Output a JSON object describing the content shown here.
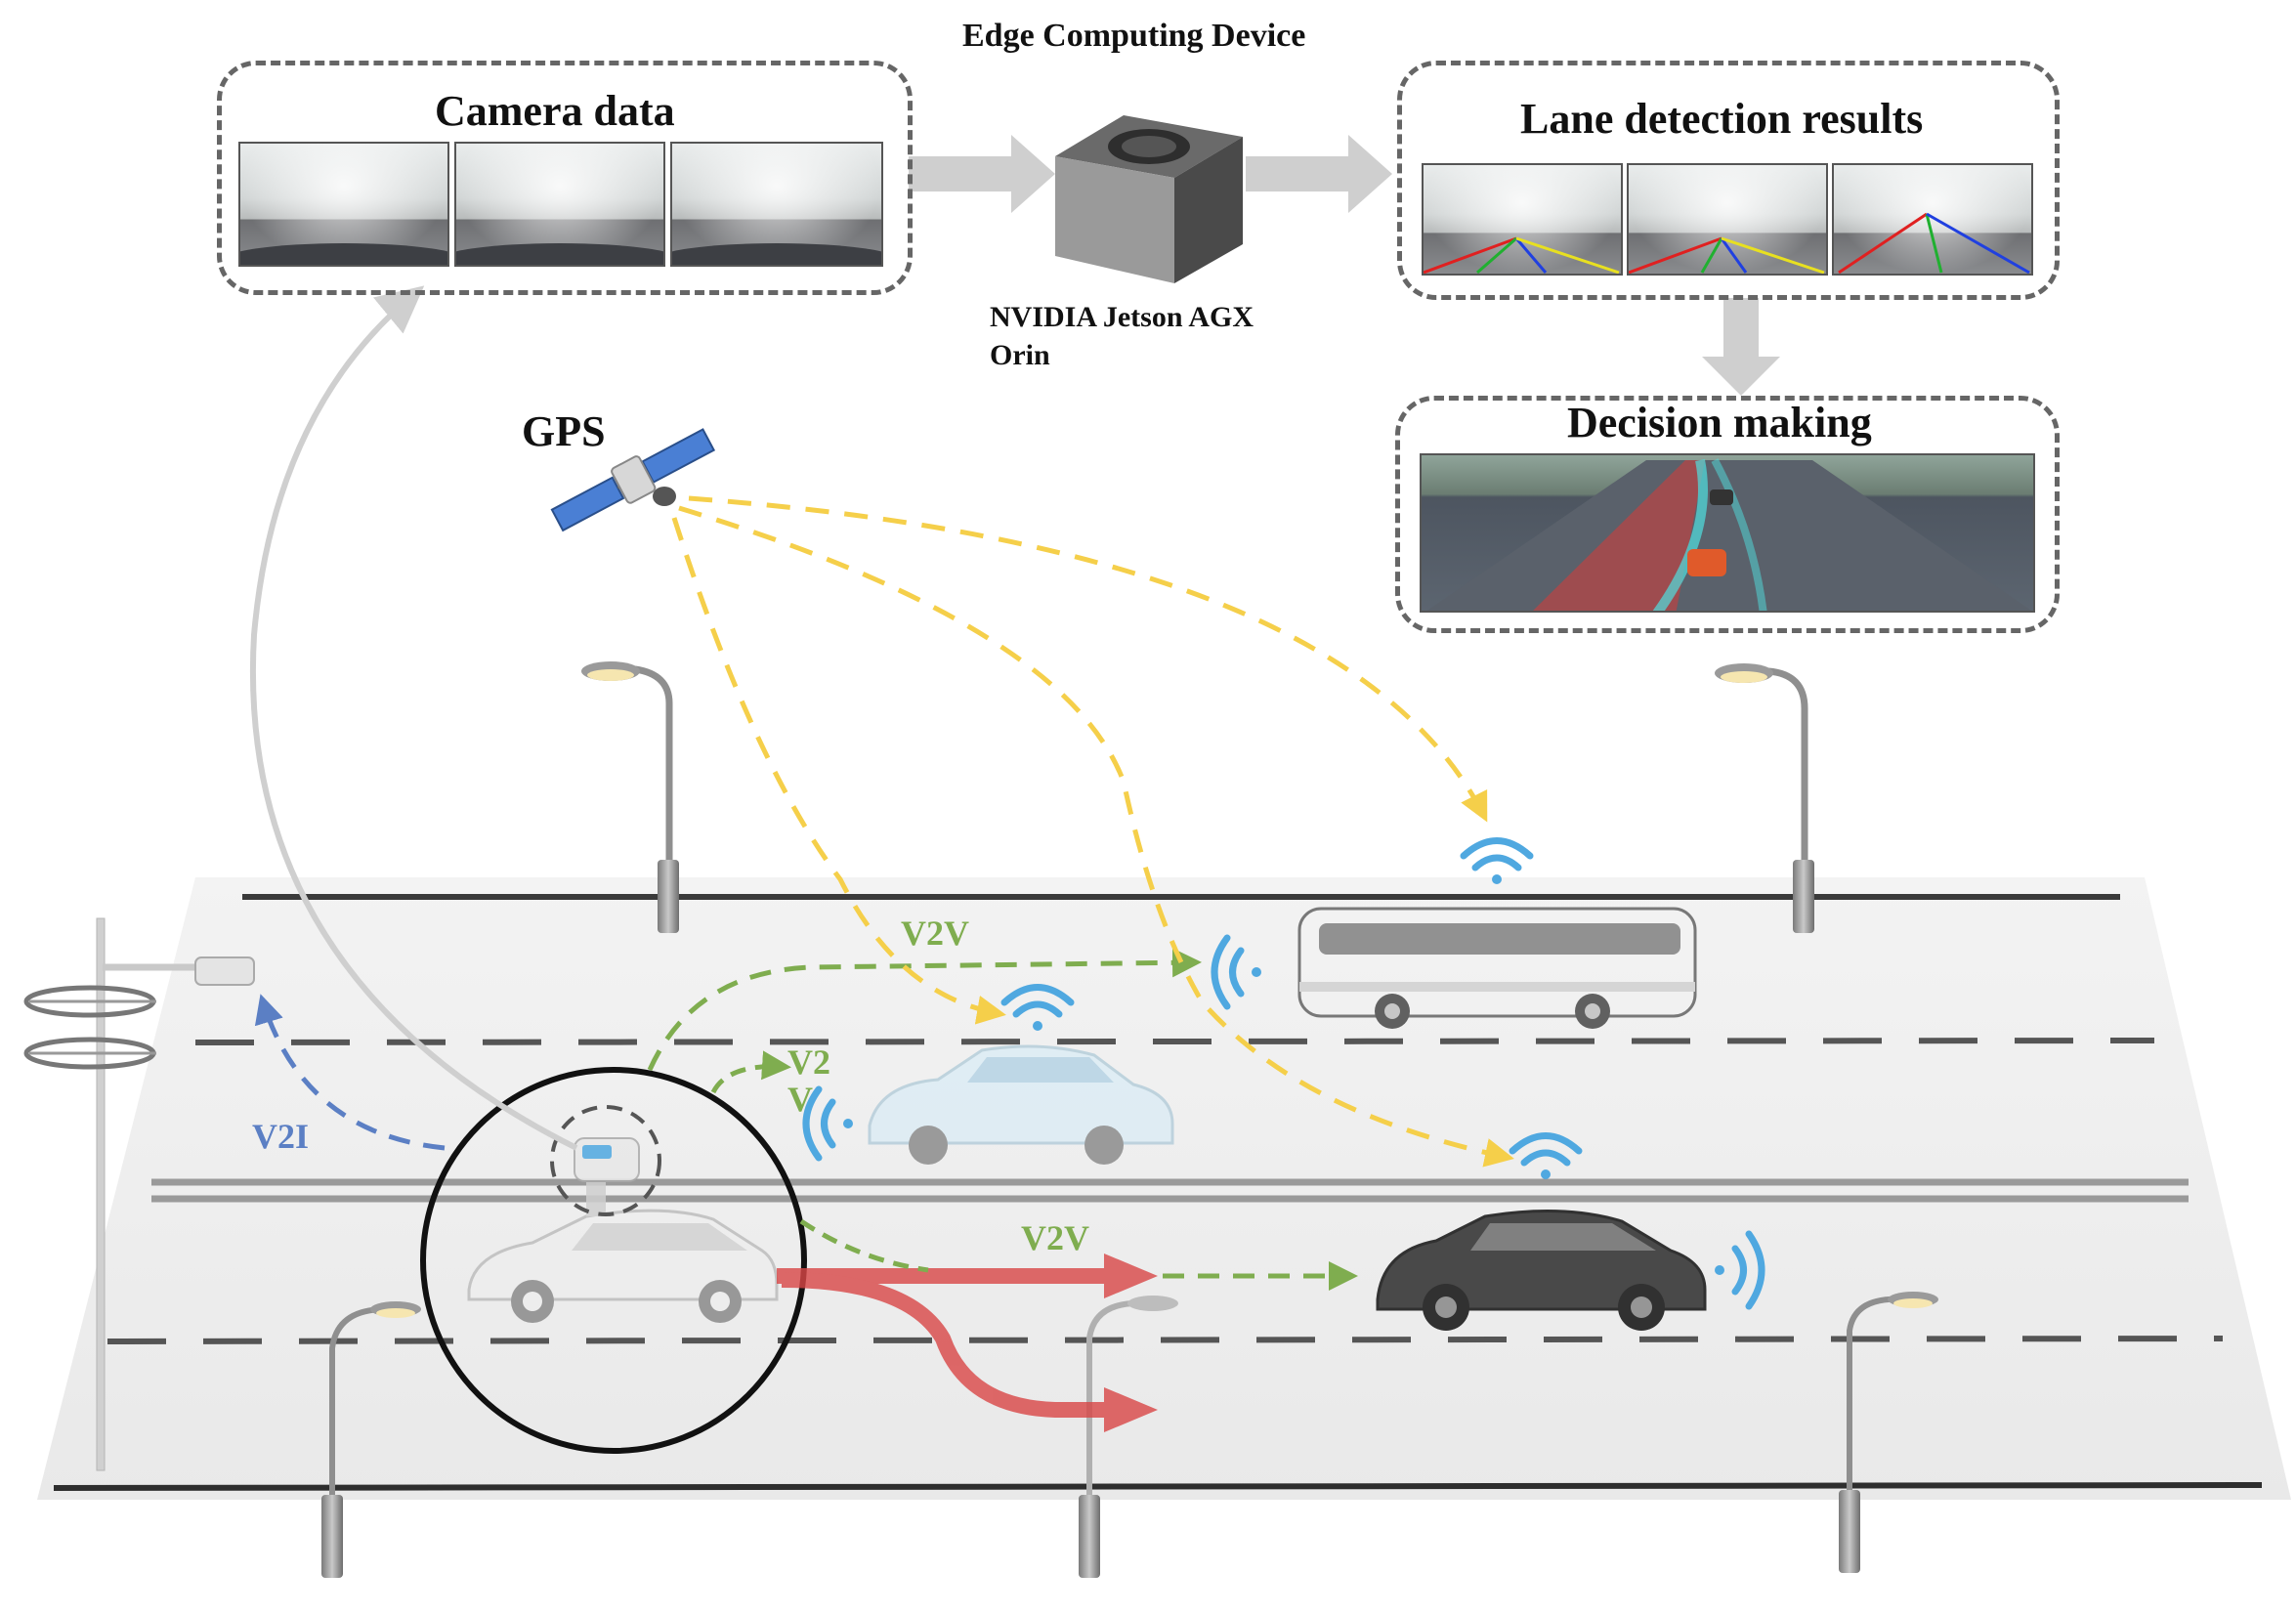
{
  "title": "Edge Computing Device",
  "camera_box": {
    "label": "Camera data"
  },
  "lane_box": {
    "label": "Lane detection results"
  },
  "decision_box": {
    "label": "Decision making"
  },
  "device": {
    "label_line1": "NVIDIA Jetson AGX",
    "label_line2": "Orin"
  },
  "gps": {
    "label": "GPS"
  },
  "links": {
    "v2i": "V2I",
    "v2v_top": "V2V",
    "v2v_mid": "V2",
    "v2v_mid_2": "V",
    "v2v_bottom": "V2V"
  },
  "colors": {
    "v2v": "#7fad4f",
    "v2i": "#5b7fc4",
    "gps": "#f5cf4a",
    "trajectory": "#d94646",
    "wifi": "#4fa8e0",
    "box_border": "#666666"
  }
}
